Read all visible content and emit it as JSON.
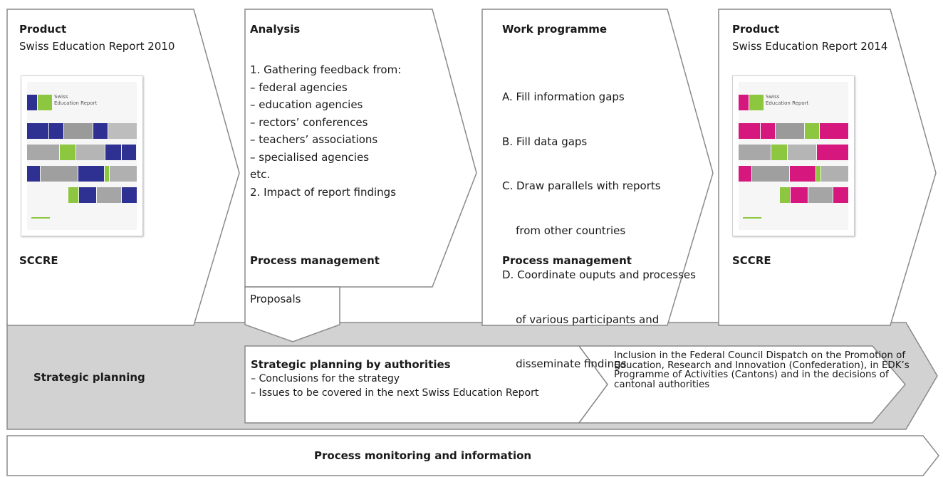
{
  "panels": [
    {
      "title": "Product",
      "subtitle": "Swiss Education Report 2010",
      "cover_title": [
        "Swiss",
        "Education Report"
      ],
      "footer": "SCCRE",
      "accent": "#2e3192"
    },
    {
      "title": "Analysis",
      "lines": [
        "1. Gathering feedback from:",
        "– federal agencies",
        "– education agencies",
        "– rectors’ conferences",
        "– teachers’ associations",
        "– specialised agencies",
        "etc.",
        "2. Impact of report findings"
      ],
      "footer": "Process management",
      "proposals": "Proposals"
    },
    {
      "title": "Work programme",
      "lines": [
        "A. Fill information gaps",
        "B. Fill data gaps",
        "C. Draw parallels with reports",
        "    from other countries",
        "D. Coordinate ouputs and processes",
        "    of various participants and",
        "    disseminate findings"
      ],
      "footer": "Process management"
    },
    {
      "title": "Product",
      "subtitle": "Swiss Education Report 2014",
      "cover_title": [
        "Swiss",
        "Education Report"
      ],
      "footer": "SCCRE",
      "accent": "#d6177d"
    }
  ],
  "strategic": {
    "label": "Strategic planning",
    "box_title": "Strategic planning by authorities",
    "box_lines": [
      "– Conclusions for the strategy",
      "– Issues to be covered in the next Swiss Education Report"
    ],
    "inclusion": "Inclusion in the Federal Council Dispatch on the Promotion of Education, Research and Innovation (Confederation), in EDK’s Programme of Activities (Cantons) and in the decisions of cantonal authorities",
    "band_color": "#d2d2d2"
  },
  "monitoring": {
    "label": "Process monitoring and information"
  },
  "colors": {
    "outline": "#7f7f7f",
    "green": "#8dc63f",
    "blue": "#2e3192",
    "magenta": "#d6177d"
  }
}
